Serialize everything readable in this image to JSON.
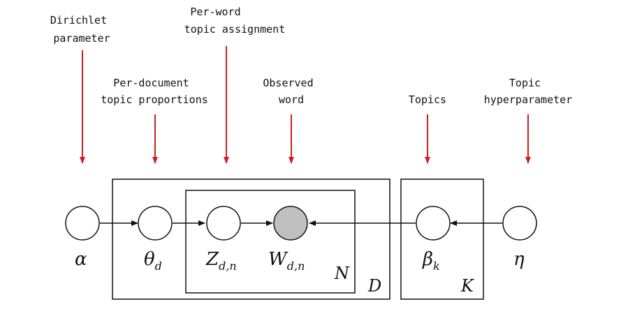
{
  "annotations": [
    {
      "id": "dirichlet",
      "lines": [
        "Dirichlet",
        "parameter"
      ]
    },
    {
      "id": "per-word",
      "lines": [
        "Per-word",
        "topic assignment"
      ]
    },
    {
      "id": "per-document",
      "lines": [
        "Per-document",
        "topic proportions"
      ]
    },
    {
      "id": "observed",
      "lines": [
        "Observed",
        "word"
      ]
    },
    {
      "id": "topics",
      "lines": [
        "Topics"
      ]
    },
    {
      "id": "topic-hyper",
      "lines": [
        "Topic",
        "hyperparameter"
      ]
    }
  ],
  "nodes": [
    {
      "id": "alpha",
      "symbol": "α",
      "sub": "",
      "observed": false
    },
    {
      "id": "theta",
      "symbol": "θ",
      "sub": "d",
      "observed": false
    },
    {
      "id": "z",
      "symbol": "Z",
      "sub": "d,n",
      "observed": false
    },
    {
      "id": "w",
      "symbol": "W",
      "sub": "d,n",
      "observed": true
    },
    {
      "id": "beta",
      "symbol": "β",
      "sub": "k",
      "observed": false
    },
    {
      "id": "eta",
      "symbol": "η",
      "sub": "",
      "observed": false
    }
  ],
  "plates": [
    {
      "id": "D",
      "letter": "D"
    },
    {
      "id": "N",
      "letter": "N"
    },
    {
      "id": "K",
      "letter": "K"
    }
  ],
  "edges": [
    {
      "from": "alpha",
      "to": "theta"
    },
    {
      "from": "theta",
      "to": "z"
    },
    {
      "from": "z",
      "to": "w"
    },
    {
      "from": "beta",
      "to": "w"
    },
    {
      "from": "eta",
      "to": "beta"
    }
  ],
  "colors": {
    "annotation_arrow": "#cc1f1f",
    "observed_fill": "#bfbfbf",
    "line": "#111111"
  }
}
